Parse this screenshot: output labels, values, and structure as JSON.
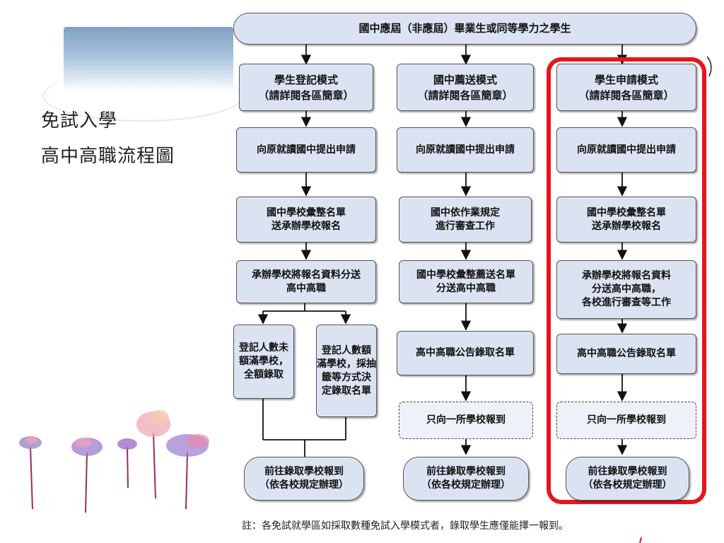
{
  "title": {
    "line1": "免試入學",
    "line2": "高中高職流程圖"
  },
  "top": "國中應屆（非應屆）畢業生或同等學力之學生",
  "col1": {
    "mode": "學生登記模式\n（請詳閱各區簡章）",
    "apply": "向原就讀國中提出申請",
    "compile": "國中學校彙整名單\n送承辦學校報名",
    "forward": "承辦學校將報名資料分送\n高中高職",
    "under": "登記人數未\n額滿學校，\n全額錄取",
    "over": "登記人數額\n滿學校，採抽\n籤等方式決\n定錄取名單",
    "report": "前往錄取學校報到\n（依各校規定辦理）"
  },
  "col2": {
    "mode": "國中薦送模式\n（請詳閱各區簡章）",
    "apply": "向原就讀國中提出申請",
    "review": "國中依作業規定\n進行審查工作",
    "compile": "國中學校彙整薦送名單\n分送高中高職",
    "announce": "高中高職公告錄取名單",
    "one_school": "只向一所學校報到",
    "report": "前往錄取學校報到\n（依各校規定辦理）"
  },
  "col3": {
    "mode": "學生申請模式\n（請詳閱各區簡章）",
    "apply": "向原就讀國中提出申請",
    "compile": "國中學校彙整名單\n送承辦學校報名",
    "forward": "承辦學校將報名資料\n分送高中高職，\n各校進行審查等工作",
    "announce": "高中高職公告錄取名單",
    "one_school": "只向一所學校報到",
    "report": "前往錄取學校報到\n（依各校規定辦理）"
  },
  "note": "註：各免試就學區如採取數種免試入學模式者，錄取學生應僅能擇一報到。",
  "colors": {
    "box_fill": "#dbe3f3",
    "highlight": "#e8141c",
    "line": "#111111"
  }
}
